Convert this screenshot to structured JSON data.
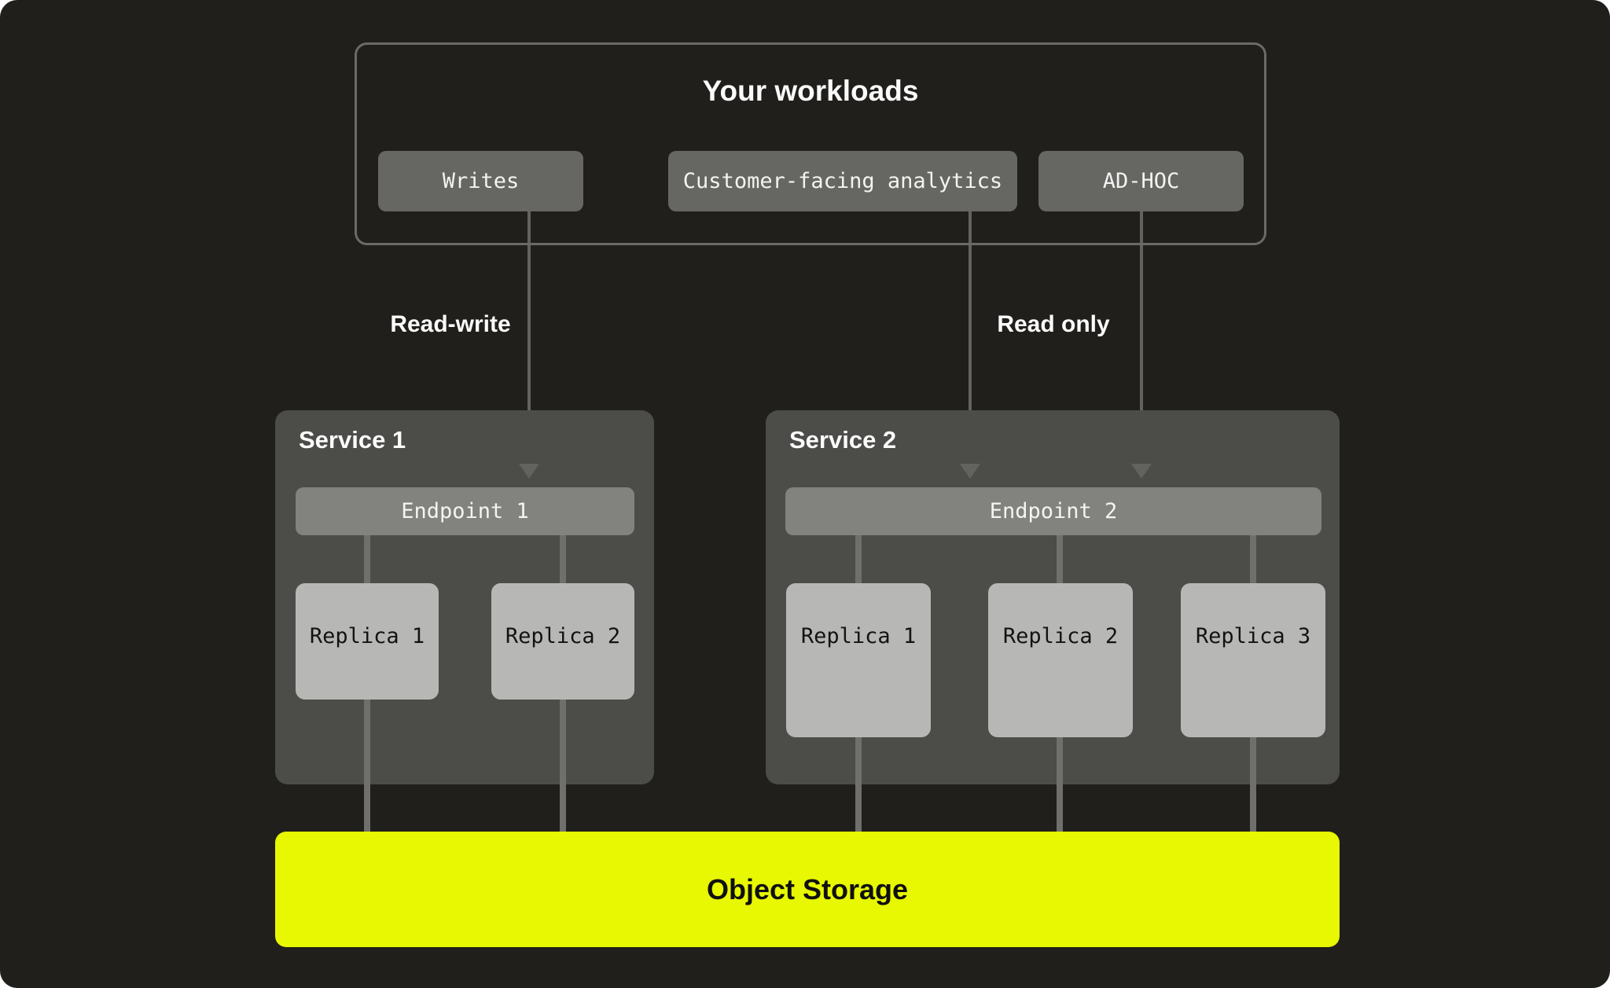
{
  "diagram": {
    "background_color": "#201f1b",
    "page_background_color": "#ffffff",
    "line_color": "#62625e"
  },
  "workloads": {
    "title": "Your workloads",
    "buttons": [
      {
        "label": "Writes"
      },
      {
        "label": "Customer-facing analytics"
      },
      {
        "label": "AD-HOC"
      }
    ]
  },
  "connections": {
    "read_write_label": "Read-write",
    "read_only_label": "Read only"
  },
  "services": [
    {
      "title": "Service 1",
      "endpoint": "Endpoint 1",
      "replicas": [
        "Replica 1",
        "Replica 2"
      ]
    },
    {
      "title": "Service 2",
      "endpoint": "Endpoint 2",
      "replicas": [
        "Replica 1",
        "Replica 2",
        "Replica 3"
      ]
    }
  ],
  "storage": {
    "label": "Object Storage",
    "accent_color": "#e8f702"
  }
}
